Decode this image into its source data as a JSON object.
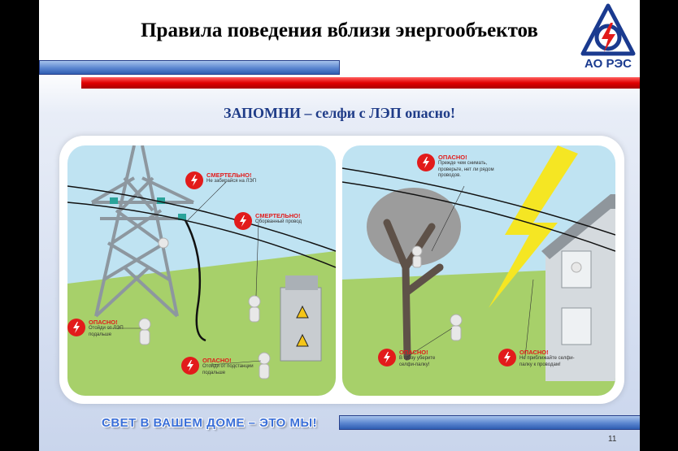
{
  "slide": {
    "title": "Правила поведения вблизи энергообъектов",
    "subtitle": "ЗАПОМНИ – селфи с ЛЭП опасно!",
    "slogan": "СВЕТ В ВАШЕМ ДОМЕ – ЭТО МЫ!",
    "page_number": "11"
  },
  "logo": {
    "text": "АО РЭС",
    "color": "#1a3a8f"
  },
  "colors": {
    "sky": "#bfe3f2",
    "grass": "#a7d06a",
    "warning_red": "#e21b1b",
    "lightning": "#f5e623",
    "accent_blue": "#3a6fd8"
  },
  "callouts_left": [
    {
      "heading": "СМЕРТЕЛЬНО!",
      "text": "Не забирайся на ЛЭП"
    },
    {
      "heading": "СМЕРТЕЛЬНО!",
      "text": "Оборванный провод"
    },
    {
      "heading": "ОПАСНО!",
      "text": "Отойди от ЛЭП подальше"
    },
    {
      "heading": "ОПАСНО!",
      "text": "Отойди от подстанции подальше"
    }
  ],
  "callouts_right": [
    {
      "heading": "ОПАСНО!",
      "text": "Прежде чем снимать, проверьте, нет ли рядом проводов."
    },
    {
      "heading": "ОПАСНО!",
      "text": "В грозу уберите селфи-палку!"
    },
    {
      "heading": "ОПАСНО!",
      "text": "Не приближайте селфи-палку к проводам!"
    }
  ]
}
